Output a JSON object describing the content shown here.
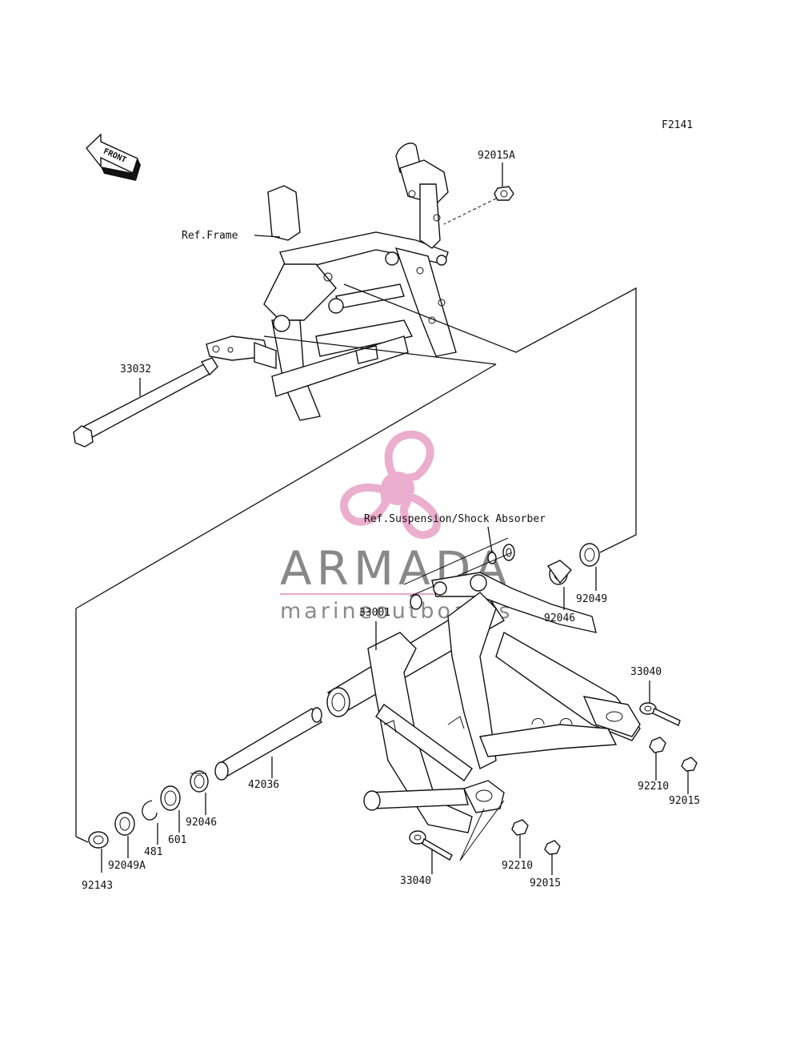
{
  "diagram": {
    "figure_code": "F2141",
    "front_label": "FRONT",
    "ref_frame": "Ref.Frame",
    "ref_suspension": "Ref.Suspension/Shock Absorber",
    "parts": {
      "p92015A": "92015A",
      "p33032": "33032",
      "p33001": "33001",
      "p92049_top": "92049",
      "p92046_top": "92046",
      "p33040_right": "33040",
      "p92210_right": "92210",
      "p92015_right": "92015",
      "p42036": "42036",
      "p92046_bottom": "92046",
      "p601": "601",
      "p481": "481",
      "p92049A": "92049A",
      "p92143": "92143",
      "p33040_bottom": "33040",
      "p92210_bottom": "92210",
      "p92015_bottom": "92015"
    }
  },
  "watermark": {
    "brand": "ARMADA",
    "tagline": "marineoutboards",
    "colors": {
      "logo_pink": "#e9a6c9",
      "logo_gray": "#888888"
    }
  }
}
